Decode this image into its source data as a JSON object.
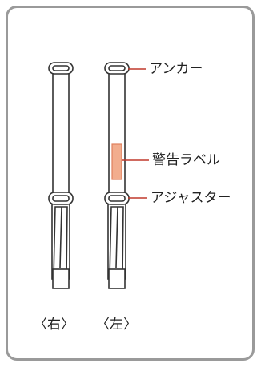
{
  "callouts": {
    "anchor": "アンカー",
    "warning_label": "警告ラベル",
    "adjuster": "アジャスター"
  },
  "straps": {
    "right": "〈右〉",
    "left": "〈左〉"
  },
  "colors": {
    "strap_outline": "#333333",
    "warning_label_fill": "#f2ad8e",
    "leader_line": "#c0392b",
    "frame_border": "#9a9a9a"
  }
}
